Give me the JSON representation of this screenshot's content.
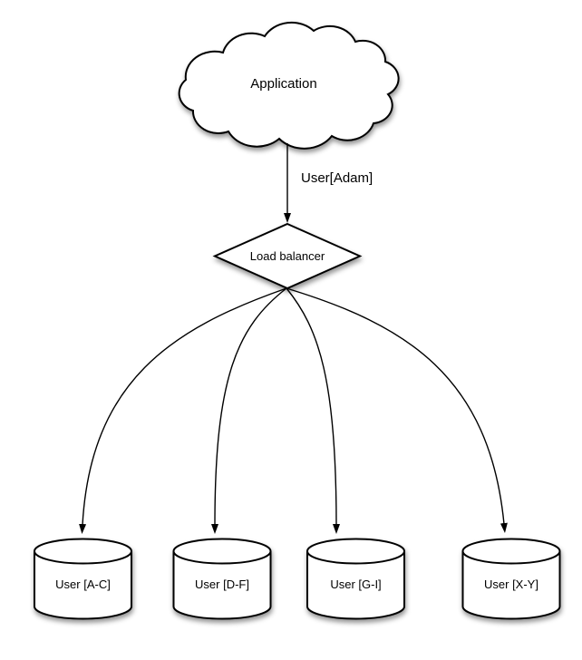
{
  "diagram": {
    "application": {
      "label": "Application"
    },
    "request_edge": {
      "label": "User[Adam]"
    },
    "load_balancer": {
      "label": "Load balancer"
    },
    "shards": [
      {
        "label": "User [A-C]"
      },
      {
        "label": "User [D-F]"
      },
      {
        "label": "User [G-I]"
      },
      {
        "label": "User [X-Y]"
      }
    ],
    "colors": {
      "stroke": "#000000",
      "shape_fill": "#ffffff",
      "background": "#ffffff",
      "shadow": "#000000"
    }
  }
}
